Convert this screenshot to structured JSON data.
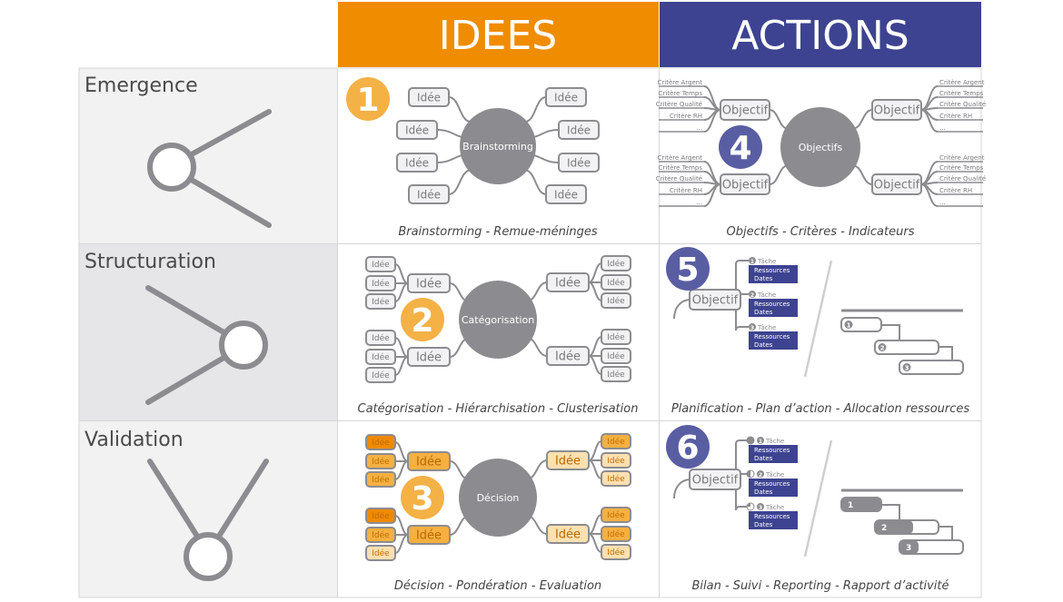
{
  "headers": {
    "ideas": "IDEES",
    "actions": "ACTIONS"
  },
  "colors": {
    "orange": "#f08c00",
    "blue": "#3d4390",
    "badge_orange": "#f4b146",
    "badge_blue": "#595ea3",
    "gray": "#8c8c90",
    "task_blue": "#3d4390"
  },
  "rows": [
    {
      "label": "Emergence",
      "shape": "divergence"
    },
    {
      "label": "Structuration",
      "shape": "convergence"
    },
    {
      "label": "Validation",
      "shape": "validation"
    }
  ],
  "cells": {
    "c1": {
      "badge": "1",
      "center": "Brainstorming",
      "node": "Idée",
      "caption": "Brainstorming - Remue-méninges"
    },
    "c2": {
      "badge": "2",
      "center": "Catégorisation",
      "node": "Idée",
      "caption": "Catégorisation - Hiérarchisation - Clusterisation"
    },
    "c3": {
      "badge": "3",
      "center": "Décision",
      "node": "Idée",
      "caption": "Décision - Pondération - Evaluation"
    },
    "c4": {
      "badge": "4",
      "center": "Objectifs",
      "node": "Objectif",
      "criteria": [
        "Critère Argent",
        "Critère Temps",
        "Critère Qualité",
        "Critère RH",
        "..."
      ],
      "caption": "Objectifs - Critères - Indicateurs"
    },
    "c5": {
      "badge": "5",
      "node": "Objectif",
      "task": "Tâche",
      "task_lines": [
        "Ressources",
        "Dates"
      ],
      "gantt": [
        "1",
        "2",
        "3"
      ],
      "caption": "Planification - Plan d’action - Allocation ressources"
    },
    "c6": {
      "badge": "6",
      "node": "Objectif",
      "task": "Tâche",
      "task_lines": [
        "Ressources",
        "Dates"
      ],
      "gantt": [
        "1",
        "2",
        "3"
      ],
      "progress": [
        1.0,
        0.6,
        0.3
      ],
      "caption": "Bilan - Suivi - Reporting - Rapport d’activité"
    }
  }
}
